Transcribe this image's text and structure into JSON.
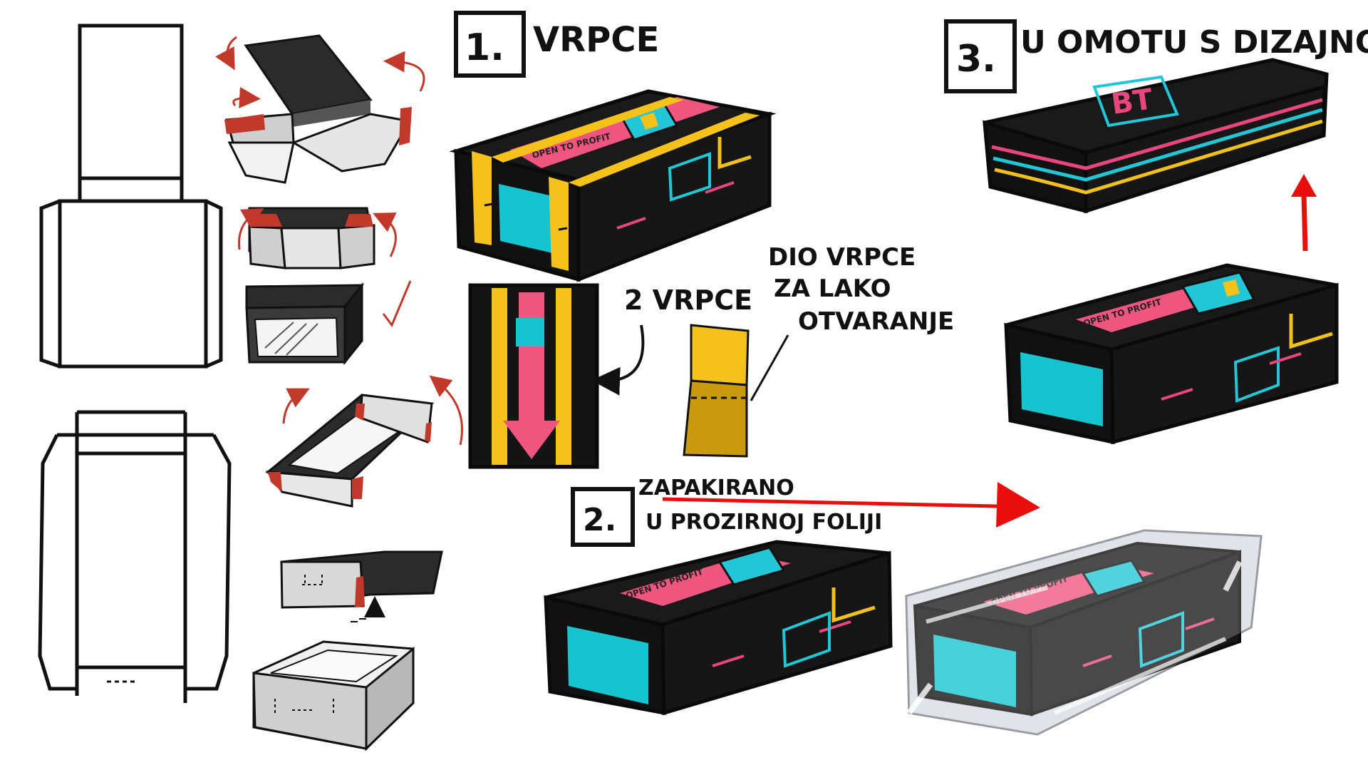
{
  "steps": {
    "step1": {
      "number": "1.",
      "label": "VRPCE"
    },
    "step2": {
      "number": "2.",
      "label_line1": "ZAPAKIRANO",
      "label_line2": "U PROZIRNOJ FOLIJI"
    },
    "step3": {
      "number": "3.",
      "label": "U OMOTU S DIZAJNOM"
    }
  },
  "annotations": {
    "two_straps": "2 VRPCE",
    "strap_part_line1": "DIO VRPCE",
    "strap_part_line2": "ZA LAKO",
    "strap_part_line3": "OTVARANJE"
  },
  "box_label": "OPEN TO PROFIT",
  "logo_text": "BT",
  "colors": {
    "box": "#161616",
    "box_side": "#0c0c0c",
    "strap_yellow": "#f4c21a",
    "strap_dark": "#c99a10",
    "arrow_pink": "#f0557f",
    "window_cyan": "#15c4cf",
    "line_pink": "#e8467c",
    "line_cyan": "#22c6d6",
    "line_yellow": "#f2c01c",
    "sketch_red": "#c0392b",
    "big_arrow_red": "#e80e0e",
    "foil": "#d8dde2"
  }
}
